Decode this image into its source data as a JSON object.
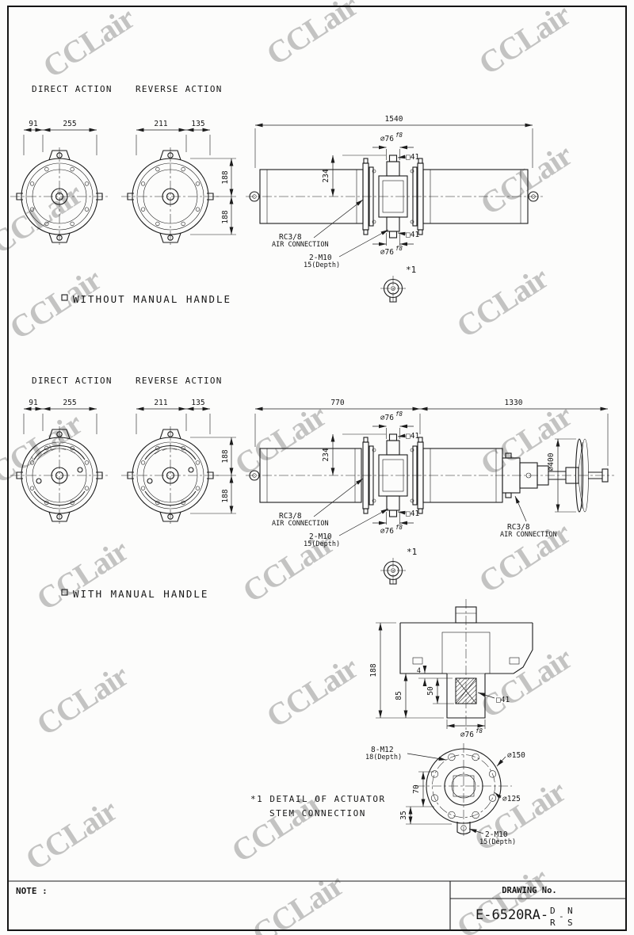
{
  "watermark": {
    "text": "CCLair"
  },
  "headers": {
    "direct_action": "DIRECT ACTION",
    "reverse_action": "REVERSE ACTION"
  },
  "captions": {
    "without_handle": "WITHOUT MANUAL HANDLE",
    "with_handle": "WITH MANUAL HANDLE",
    "detail_line1": "*1 DETAIL OF ACTUATOR",
    "detail_line2": "STEM CONNECTION"
  },
  "callouts": {
    "rc38": "RC3/8",
    "air_connection": "AIR CONNECTION",
    "m10": "2-M10",
    "m10_depth": "15(Depth)",
    "m12": "8-M12",
    "m12_depth": "18(Depth)",
    "ref1": "*1",
    "sq41": "□41",
    "dia76": "⌀76",
    "f8": "f8",
    "dia400": "⌀400",
    "dia150": "⌀150",
    "dia125": "⌀125"
  },
  "dims": {
    "d91": "91",
    "d255": "255",
    "d211": "211",
    "d135": "135",
    "d1540": "1540",
    "d770": "770",
    "d1330": "1330",
    "d188": "188",
    "d234": "234",
    "d85": "85",
    "d4": "4",
    "d50": "50",
    "d70": "70",
    "d35": "35"
  },
  "titleblock": {
    "note_label": "NOTE :",
    "drawing_no_label": "DRAWING No.",
    "number_prefix": "E-6520RA-",
    "opt1_top": "D",
    "opt1_bottom": "R",
    "separator": "-",
    "opt2_top": "N",
    "opt2_bottom": "S"
  }
}
